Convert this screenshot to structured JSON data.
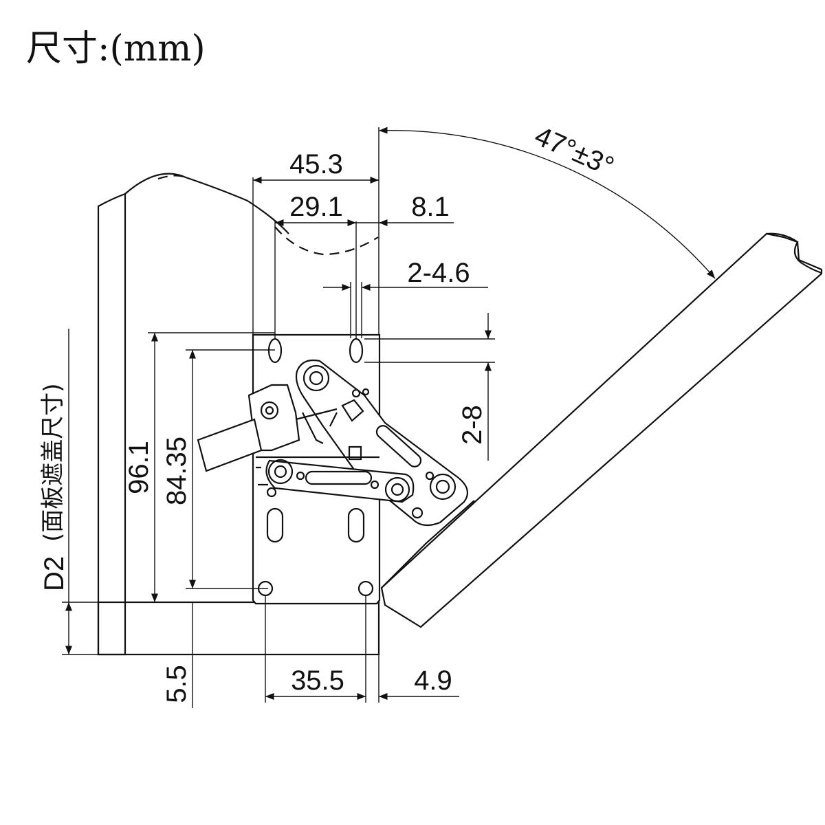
{
  "title": "尺寸:(mm)",
  "dimensions": {
    "w45_3": "45.3",
    "w29_1": "29.1",
    "w8_1": "8.1",
    "holes_2_4_6": "2-4.6",
    "slots_2_8": "2-8",
    "h96_1": "96.1",
    "h84_35": "84.35",
    "b5_5": "5.5",
    "b35_5": "35.5",
    "b4_9": "4.9",
    "angle": "47°±3°"
  },
  "side_label": {
    "code": "D2",
    "description": "(面板遮盖尺寸)"
  },
  "colors": {
    "line": "#111111",
    "background": "#ffffff"
  }
}
